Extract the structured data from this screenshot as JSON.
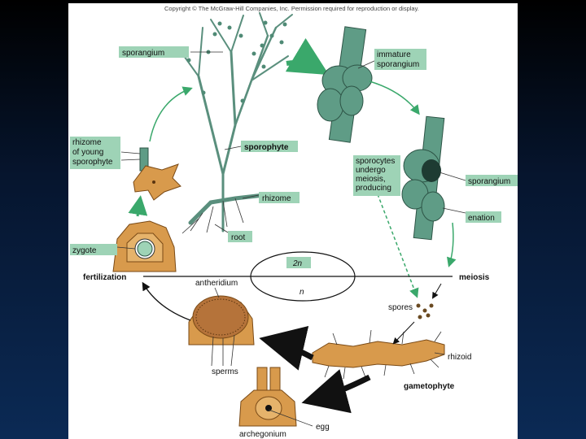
{
  "copyright": "Copyright © The McGraw-Hill Companies, Inc. Permission required for reproduction or display.",
  "labels": {
    "sporangium_top": "sporangium",
    "immature_1": "immature",
    "immature_2": "sporangium",
    "rhizome_young_1": "rhizome",
    "rhizome_young_2": "of young",
    "rhizome_young_3": "sporophyte",
    "sporophyte": "sporophyte",
    "sporocytes_1": "sporocytes",
    "sporocytes_2": "undergo",
    "sporocytes_3": "meiosis,",
    "sporocytes_4": "producing",
    "sporangium_right": "sporangium",
    "rhizome": "rhizome",
    "enation": "enation",
    "root": "root",
    "zygote": "zygote",
    "two_n": "2n",
    "n": "n",
    "fertilization": "fertilization",
    "meiosis": "meiosis",
    "antheridium": "antheridium",
    "spores": "spores",
    "rhizoid": "rhizoid",
    "sperms": "sperms",
    "gametophyte": "gametophyte",
    "egg": "egg",
    "archegonium": "archegonium"
  },
  "colors": {
    "label_box": "#9ed3b6",
    "arrow_green": "#3aa86b",
    "tissue": "#d89a4c",
    "plant_green": "#5f9c86"
  }
}
